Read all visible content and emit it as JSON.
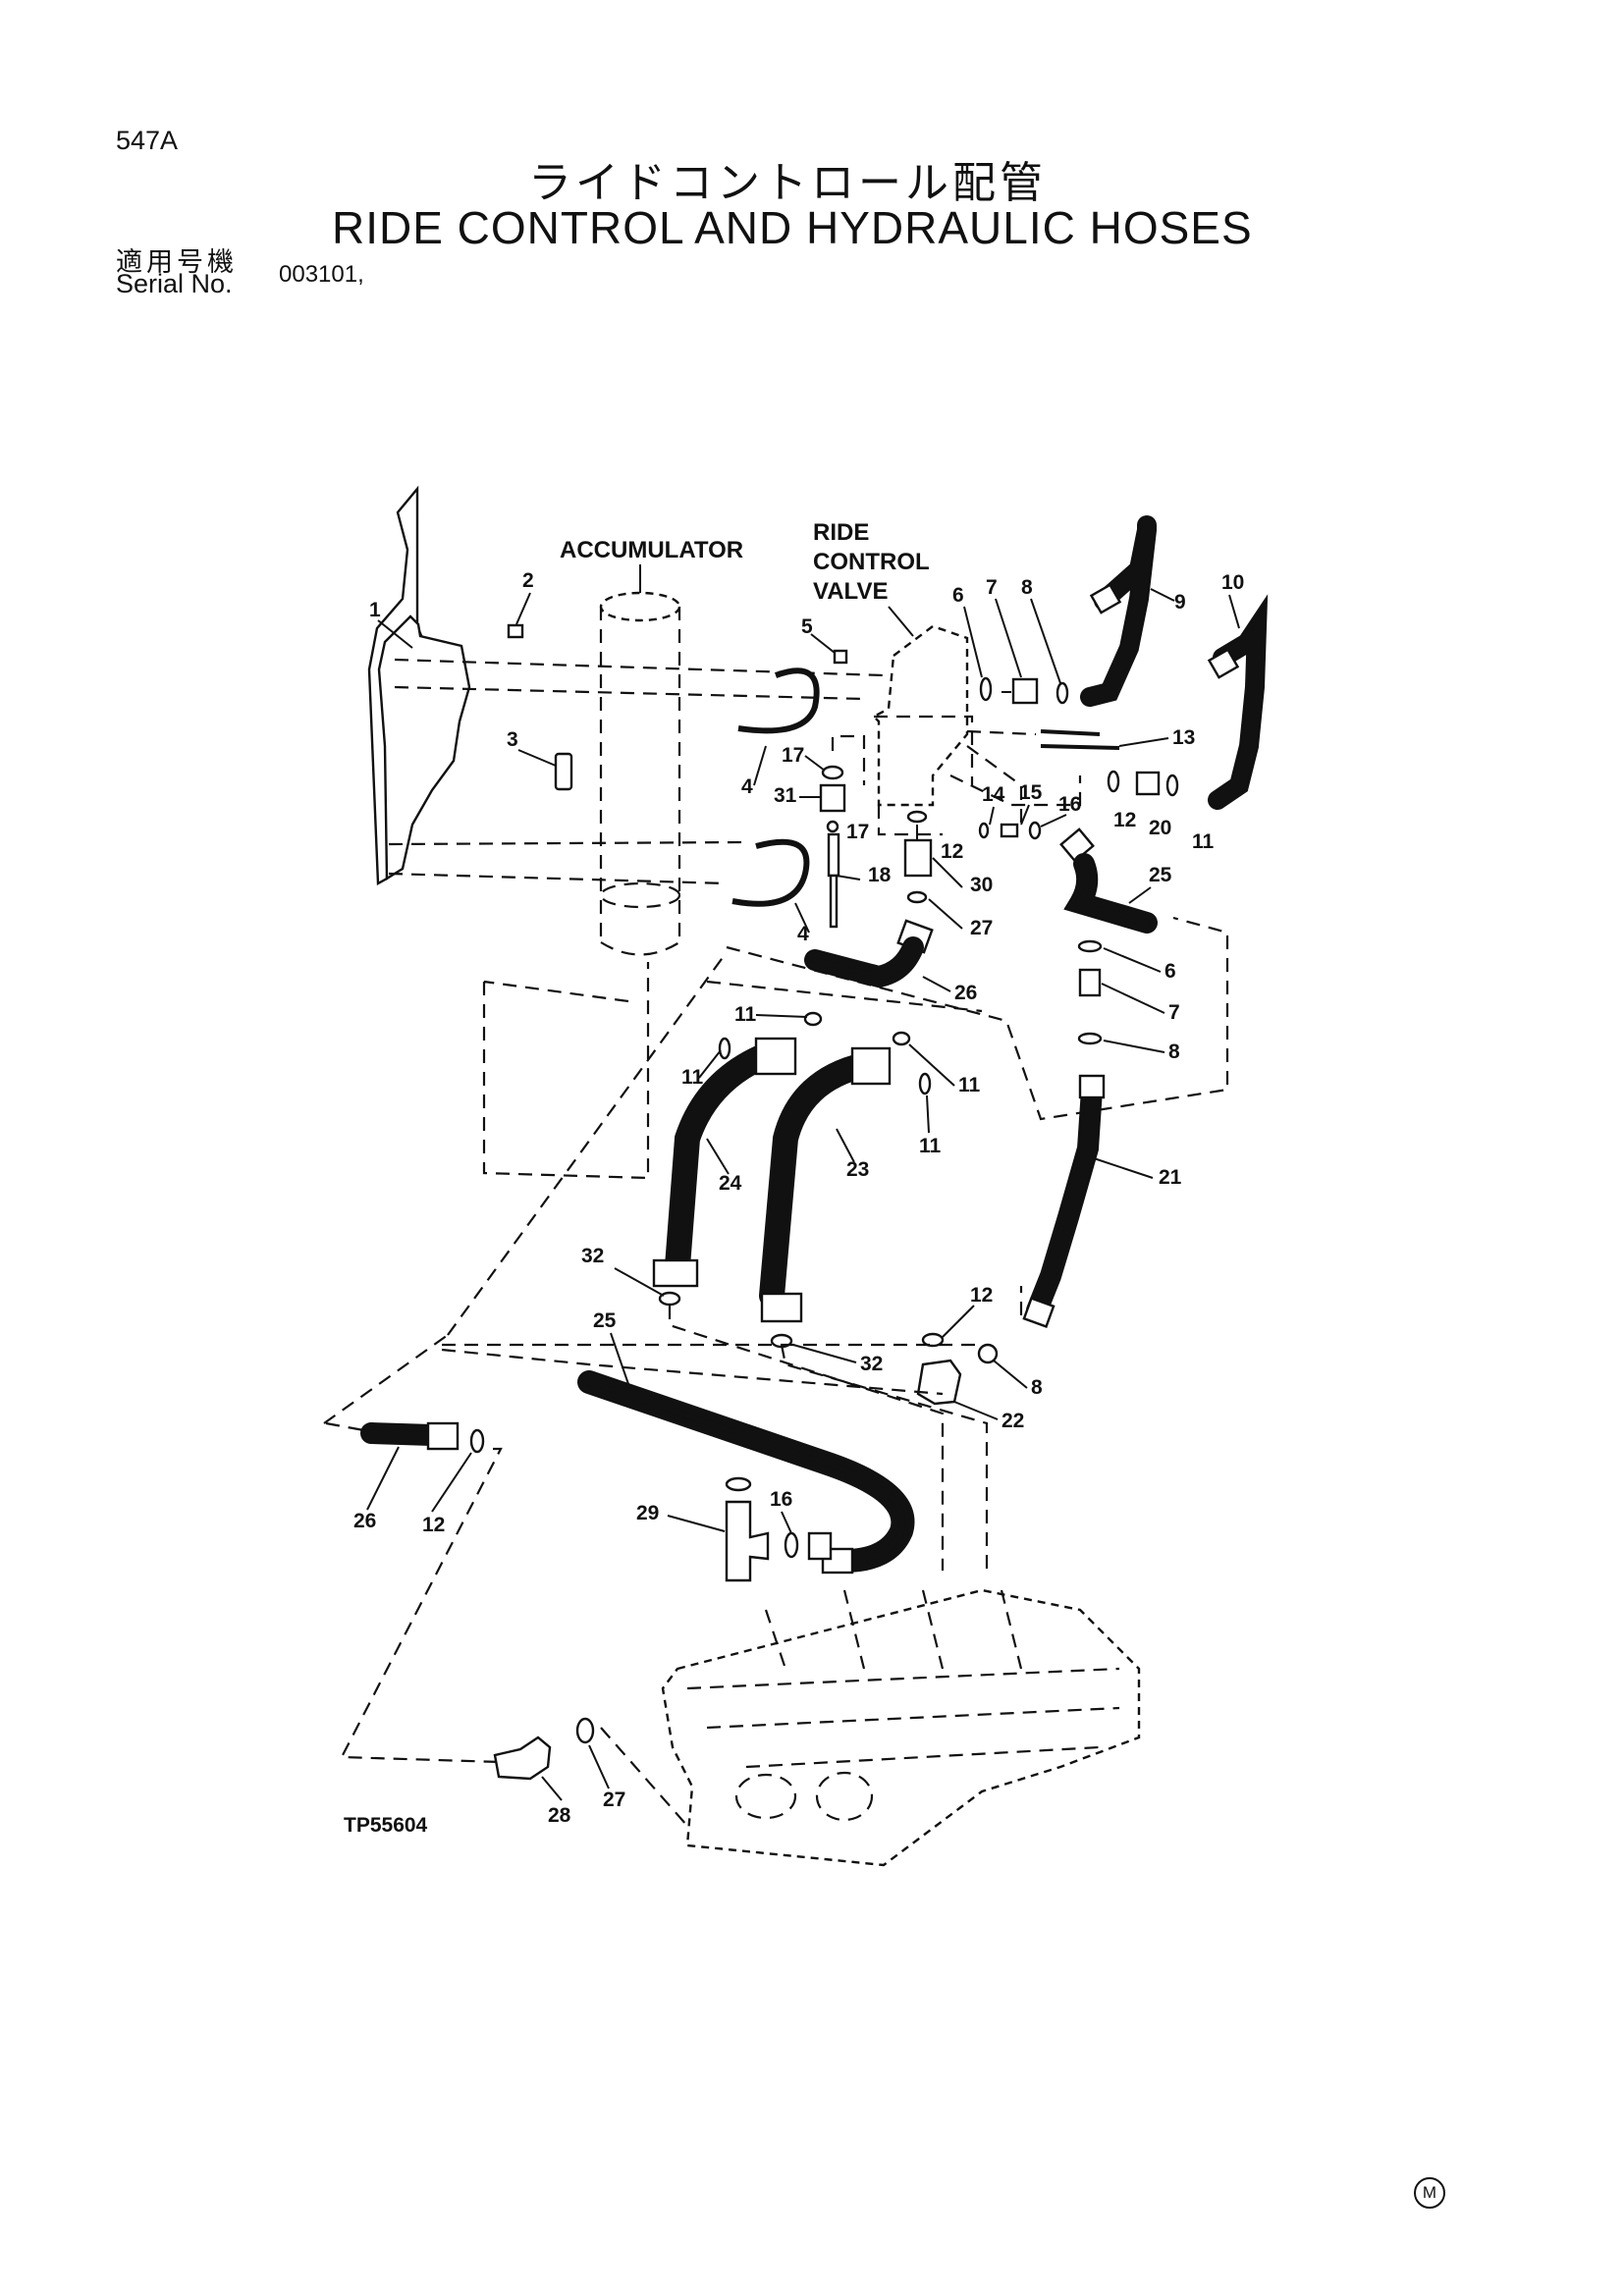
{
  "header": {
    "page_number": "547A",
    "title_jp": "ライドコントロール配管",
    "title_en": "RIDE CONTROL AND HYDRAULIC HOSES",
    "serial_label_jp": "適用号機",
    "serial_label_en": "Serial No.",
    "serial_value": "003101,"
  },
  "diagram": {
    "component_names": {
      "accumulator": "ACCUMULATOR",
      "valve_line1": "RIDE",
      "valve_line2": "CONTROL",
      "valve_line3": "VALVE"
    },
    "callouts": {
      "c1": "1",
      "c2": "2",
      "c3": "3",
      "c4a": "4",
      "c4b": "4",
      "c5": "5",
      "c6a": "6",
      "c7a": "7",
      "c8a": "8",
      "c9": "9",
      "c10": "10",
      "c13": "13",
      "c17a": "17",
      "c31": "31",
      "c17b": "17",
      "c18": "18",
      "c14": "14",
      "c15": "15",
      "c16a": "16",
      "c12a": "12",
      "c20": "20",
      "c11a": "11",
      "c12b": "12",
      "c30": "30",
      "c27a": "27",
      "c25a": "25",
      "c26a": "26",
      "c6b": "6",
      "c7b": "7",
      "c8b": "8",
      "c11b": "11",
      "c11c": "11",
      "c11d": "11",
      "c11e": "11",
      "c24": "24",
      "c23": "23",
      "c21": "21",
      "c32a": "32",
      "c12c": "12",
      "c32b": "32",
      "c8c": "8",
      "c22": "22",
      "c25b": "25",
      "c26b": "26",
      "c12d": "12",
      "c29": "29",
      "c16b": "16",
      "c28": "28",
      "c27b": "27"
    },
    "figure_code": "TP55604"
  },
  "footer": {
    "mark": "M"
  }
}
